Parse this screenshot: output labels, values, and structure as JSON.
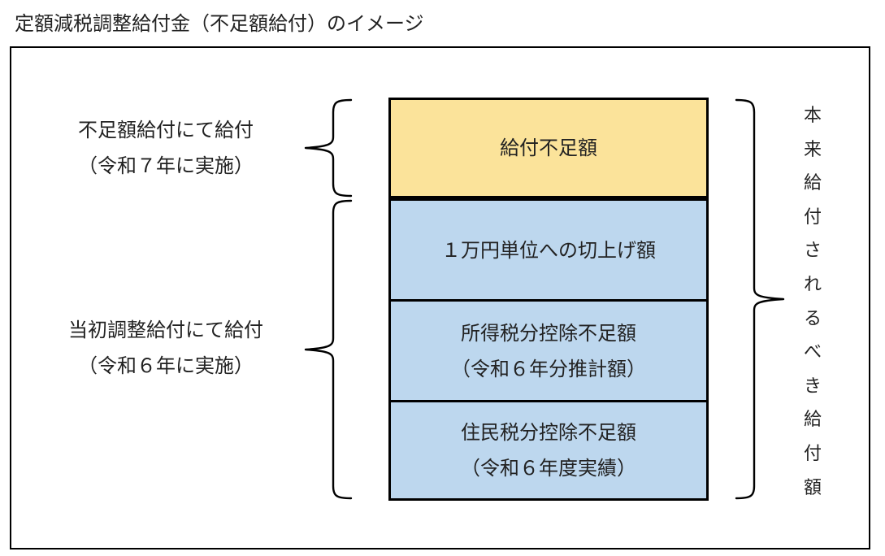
{
  "title": "定額減税調整給付金（不足額給付）のイメージ",
  "left_labels": {
    "top": {
      "line1": "不足額給付にて給付",
      "line2": "（令和７年に実施）"
    },
    "bottom": {
      "line1": "当初調整給付にて給付",
      "line2": "（令和６年に実施）"
    }
  },
  "boxes": {
    "shortfall": {
      "line1": "給付不足額",
      "color": "#fbe39a"
    },
    "roundup": {
      "line1": "１万円単位への切上げ額",
      "color": "#bdd7ee"
    },
    "income_tax": {
      "line1": "所得税分控除不足額",
      "line2": "（令和６年分推計額）",
      "color": "#bdd7ee"
    },
    "resident_tax": {
      "line1": "住民税分控除不足額",
      "line2": "（令和６年度実績）",
      "color": "#bdd7ee"
    }
  },
  "right_label": [
    "本",
    "来",
    "給",
    "付",
    "さ",
    "れ",
    "る",
    "べ",
    "き",
    "給",
    "付",
    "額"
  ]
}
